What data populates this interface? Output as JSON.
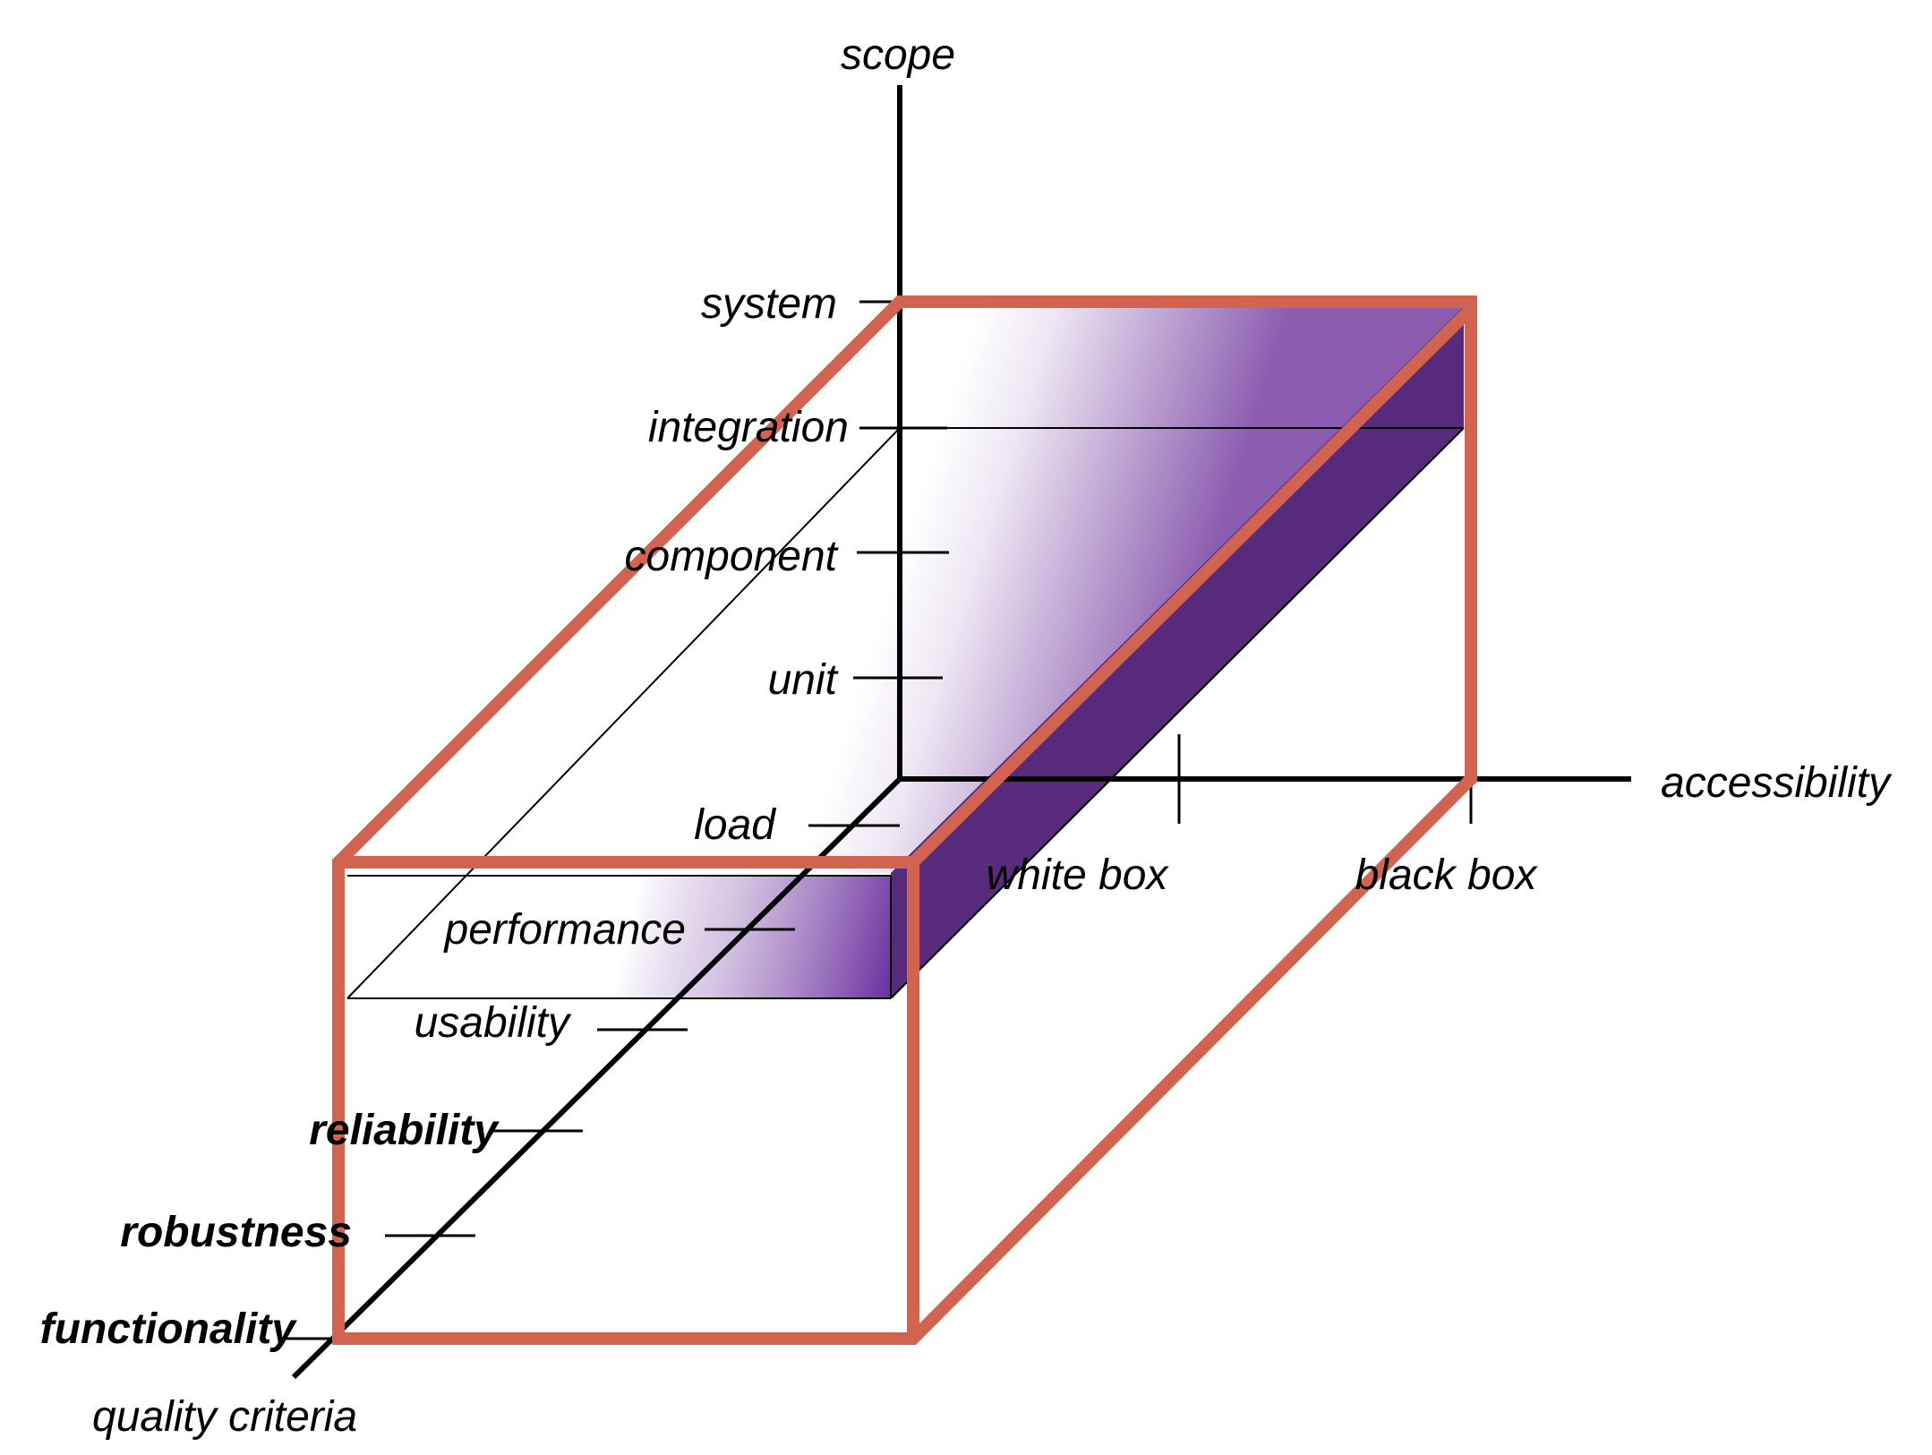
{
  "axes": {
    "vertical": "scope",
    "horizontal": "accessibility",
    "depth": "quality criteria"
  },
  "scope_levels": [
    "system",
    "integration",
    "component",
    "unit"
  ],
  "accessibility_levels": [
    "white box",
    "black box"
  ],
  "quality_levels": [
    "load",
    "performance",
    "usability",
    "reliability",
    "robustness",
    "functionality"
  ],
  "bold_quality_levels": [
    "reliability",
    "robustness",
    "functionality"
  ],
  "colors": {
    "box_outline": "#d06450",
    "slab_top": "#8b5cb0",
    "slab_side": "#582a7c",
    "slab_front_dark": "#6b2fa0",
    "axis": "#000000"
  }
}
